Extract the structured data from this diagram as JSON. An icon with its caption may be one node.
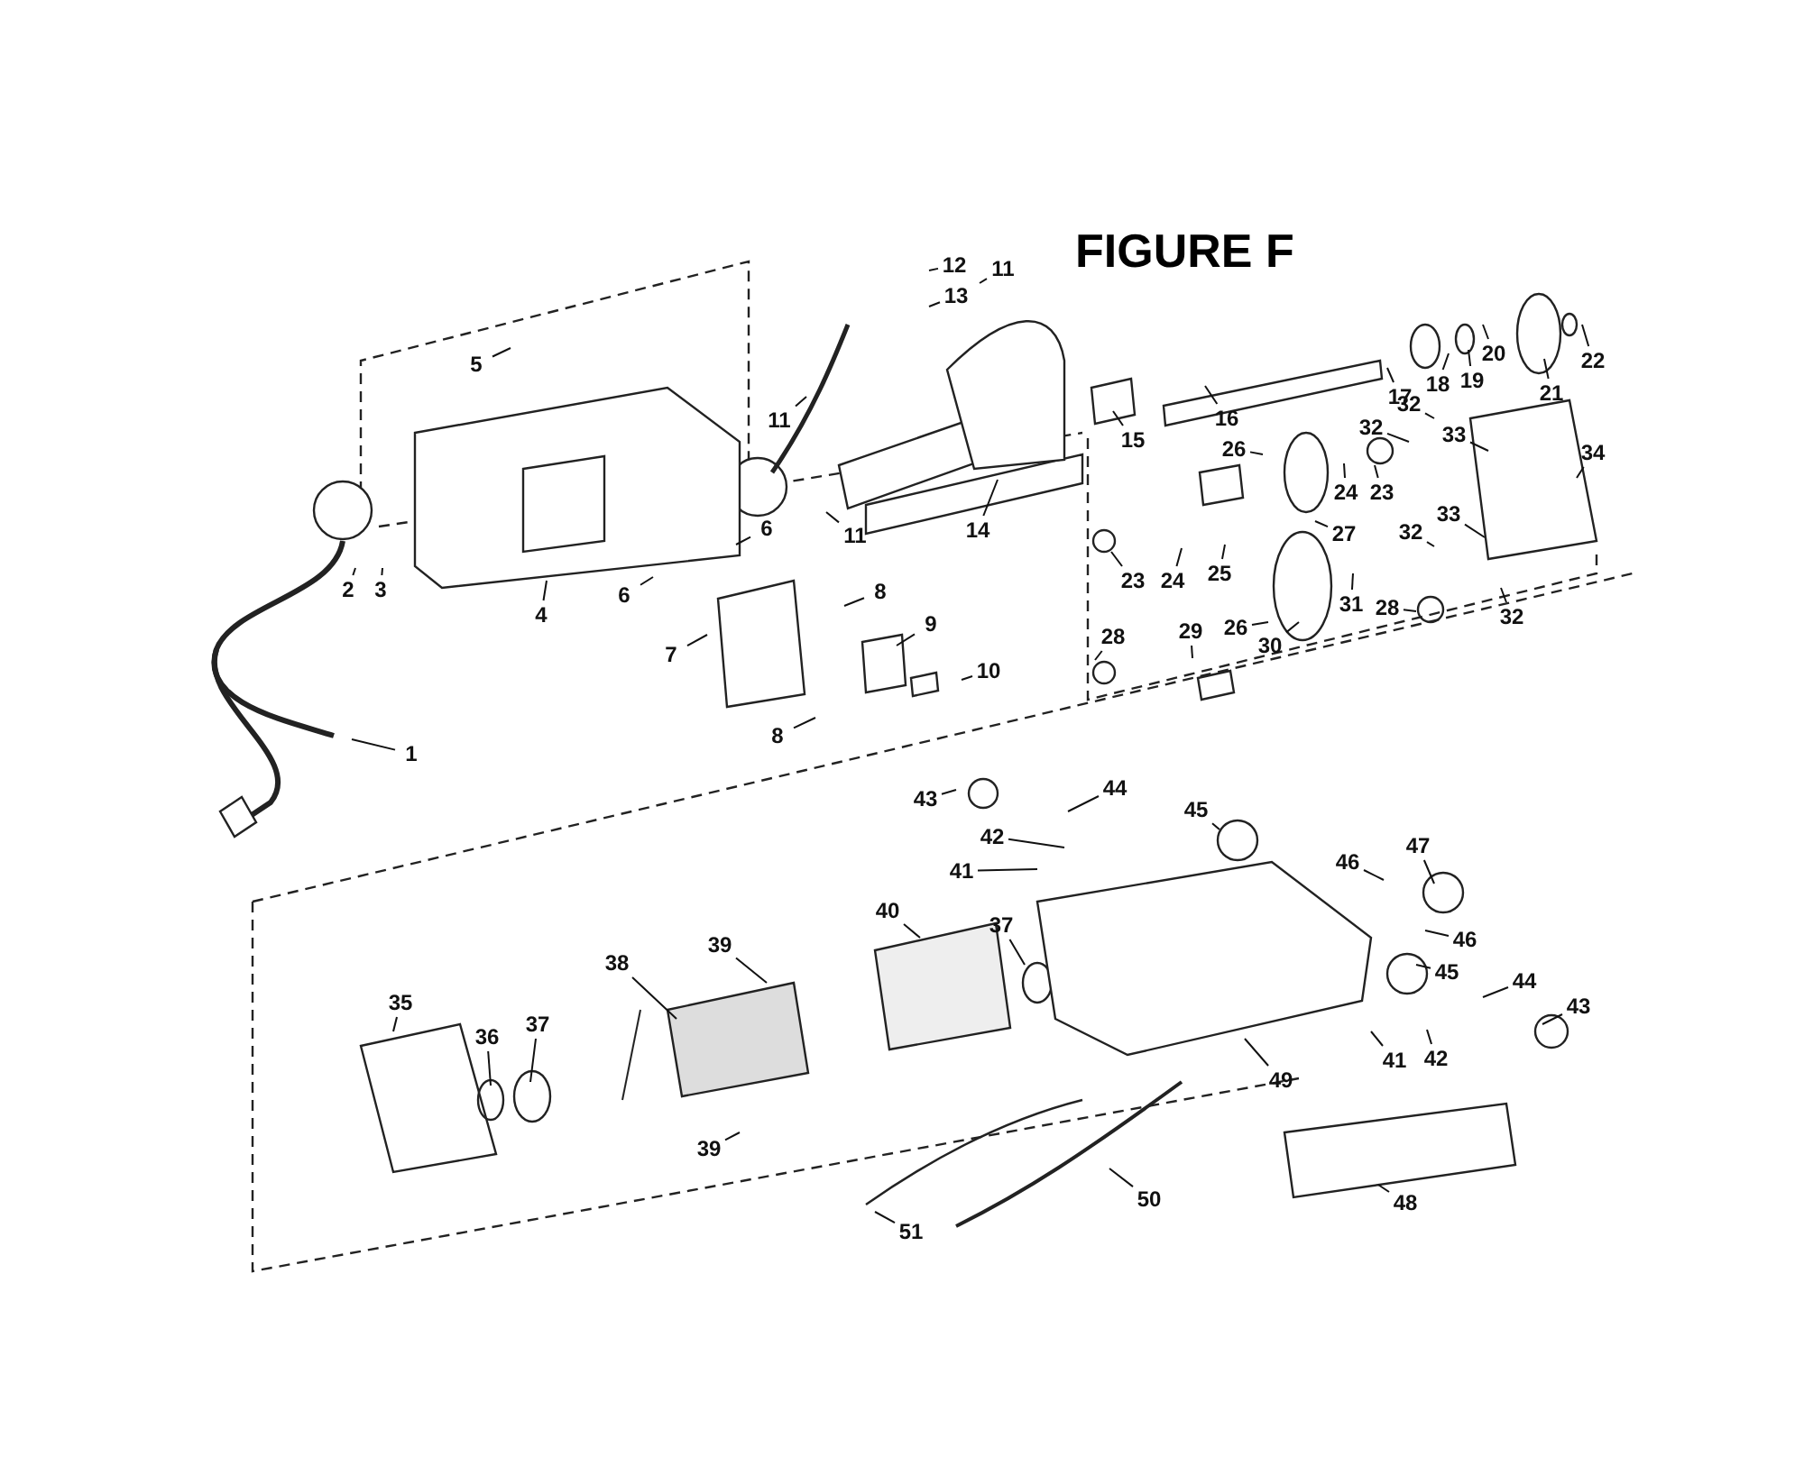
{
  "diagram": {
    "title": "FIGURE F",
    "nodes": [
      {
        "text": [
          "1"
        ]
      },
      {
        "text": [
          "2"
        ]
      },
      {
        "text": [
          "3"
        ]
      },
      {
        "text": [
          "4"
        ]
      },
      {
        "text": [
          "5"
        ]
      },
      {
        "text": [
          "6"
        ]
      },
      {
        "text": [
          "6"
        ]
      },
      {
        "text": [
          "7"
        ]
      },
      {
        "text": [
          "8"
        ]
      },
      {
        "text": [
          "8"
        ]
      },
      {
        "text": [
          "9"
        ]
      },
      {
        "text": [
          "10"
        ]
      },
      {
        "text": [
          "11"
        ]
      },
      {
        "text": [
          "11"
        ]
      },
      {
        "text": [
          "11"
        ]
      },
      {
        "text": [
          "12"
        ]
      },
      {
        "text": [
          "13"
        ]
      },
      {
        "text": [
          "14"
        ]
      },
      {
        "text": [
          "15"
        ]
      },
      {
        "text": [
          "16"
        ]
      },
      {
        "text": [
          "17"
        ]
      },
      {
        "text": [
          "18"
        ]
      },
      {
        "text": [
          "19"
        ]
      },
      {
        "text": [
          "20"
        ]
      },
      {
        "text": [
          "21"
        ]
      },
      {
        "text": [
          "22"
        ]
      },
      {
        "text": [
          "26"
        ]
      },
      {
        "text": [
          "24"
        ]
      },
      {
        "text": [
          "23"
        ]
      },
      {
        "text": [
          "23"
        ]
      },
      {
        "text": [
          "24"
        ]
      },
      {
        "text": [
          "25"
        ]
      },
      {
        "text": [
          "27"
        ]
      },
      {
        "text": [
          "32"
        ]
      },
      {
        "text": [
          "32"
        ]
      },
      {
        "text": [
          "33"
        ]
      },
      {
        "text": [
          "34"
        ]
      },
      {
        "text": [
          "33"
        ]
      },
      {
        "text": [
          "32"
        ]
      },
      {
        "text": [
          "32"
        ]
      },
      {
        "text": [
          "28"
        ]
      },
      {
        "text": [
          "29"
        ]
      },
      {
        "text": [
          "26"
        ]
      },
      {
        "text": [
          "30"
        ]
      },
      {
        "text": [
          "31"
        ]
      },
      {
        "text": [
          "28"
        ]
      },
      {
        "text": [
          "43"
        ]
      },
      {
        "text": [
          "44"
        ]
      },
      {
        "text": [
          "45"
        ]
      },
      {
        "text": [
          "42"
        ]
      },
      {
        "text": [
          "41"
        ]
      },
      {
        "text": [
          "46"
        ]
      },
      {
        "text": [
          "47"
        ]
      },
      {
        "text": [
          "40"
        ]
      },
      {
        "text": [
          "37"
        ]
      },
      {
        "text": [
          "38"
        ]
      },
      {
        "text": [
          "39"
        ]
      },
      {
        "text": [
          "46"
        ]
      },
      {
        "text": [
          "45"
        ]
      },
      {
        "text": [
          "35"
        ]
      },
      {
        "text": [
          "36"
        ]
      },
      {
        "text": [
          "37"
        ]
      },
      {
        "text": [
          "44"
        ]
      },
      {
        "text": [
          "43"
        ]
      },
      {
        "text": [
          "39"
        ]
      },
      {
        "text": [
          "41"
        ]
      },
      {
        "text": [
          "42"
        ]
      },
      {
        "text": [
          "49"
        ]
      },
      {
        "text": [
          "50"
        ]
      },
      {
        "text": [
          "48"
        ]
      },
      {
        "text": [
          "51"
        ]
      }
    ],
    "edges": [
      {
        "from": 0,
        "to": null,
        "arrow": "none"
      },
      {
        "from": 1,
        "to": null,
        "arrow": "none"
      },
      {
        "from": 2,
        "to": null,
        "arrow": "none"
      },
      {
        "from": 3,
        "to": null,
        "arrow": "none"
      },
      {
        "from": 4,
        "to": null,
        "arrow": "none"
      },
      {
        "from": 5,
        "to": null,
        "arrow": "none"
      },
      {
        "from": 6,
        "to": null,
        "arrow": "none"
      },
      {
        "from": 7,
        "to": null,
        "arrow": "none"
      },
      {
        "from": 8,
        "to": null,
        "arrow": "none"
      },
      {
        "from": 9,
        "to": null,
        "arrow": "none"
      },
      {
        "from": 10,
        "to": null,
        "arrow": "none"
      },
      {
        "from": 11,
        "to": null,
        "arrow": "none"
      },
      {
        "from": 12,
        "to": null,
        "arrow": "none"
      },
      {
        "from": 13,
        "to": null,
        "arrow": "none"
      },
      {
        "from": 14,
        "to": null,
        "arrow": "none"
      },
      {
        "from": 15,
        "to": null,
        "arrow": "none"
      },
      {
        "from": 16,
        "to": null,
        "arrow": "none"
      },
      {
        "from": 17,
        "to": null,
        "arrow": "none"
      },
      {
        "from": 18,
        "to": null,
        "arrow": "none"
      },
      {
        "from": 19,
        "to": null,
        "arrow": "none"
      },
      {
        "from": 20,
        "to": null,
        "arrow": "none"
      },
      {
        "from": 21,
        "to": null,
        "arrow": "none"
      },
      {
        "from": 22,
        "to": null,
        "arrow": "none"
      },
      {
        "from": 23,
        "to": null,
        "arrow": "none"
      },
      {
        "from": 24,
        "to": null,
        "arrow": "none"
      },
      {
        "from": 25,
        "to": null,
        "arrow": "none"
      },
      {
        "from": 26,
        "to": null,
        "arrow": "none"
      },
      {
        "from": 27,
        "to": null,
        "arrow": "none"
      },
      {
        "from": 28,
        "to": null,
        "arrow": "none"
      },
      {
        "from": 29,
        "to": null,
        "arrow": "none"
      },
      {
        "from": 30,
        "to": null,
        "arrow": "none"
      },
      {
        "from": 31,
        "to": null,
        "arrow": "none"
      },
      {
        "from": 32,
        "to": null,
        "arrow": "none"
      },
      {
        "from": 33,
        "to": null,
        "arrow": "none"
      },
      {
        "from": 34,
        "to": null,
        "arrow": "none"
      },
      {
        "from": 35,
        "to": null,
        "arrow": "none"
      },
      {
        "from": 36,
        "to": null,
        "arrow": "none"
      },
      {
        "from": 37,
        "to": null,
        "arrow": "none"
      },
      {
        "from": 38,
        "to": null,
        "arrow": "none"
      },
      {
        "from": 39,
        "to": null,
        "arrow": "none"
      },
      {
        "from": 40,
        "to": null,
        "arrow": "none"
      },
      {
        "from": 41,
        "to": null,
        "arrow": "none"
      },
      {
        "from": 42,
        "to": null,
        "arrow": "none"
      },
      {
        "from": 43,
        "to": null,
        "arrow": "none"
      },
      {
        "from": 44,
        "to": null,
        "arrow": "none"
      },
      {
        "from": 45,
        "to": null,
        "arrow": "none"
      },
      {
        "from": 46,
        "to": null,
        "arrow": "none"
      },
      {
        "from": 47,
        "to": null,
        "arrow": "none"
      },
      {
        "from": 48,
        "to": null,
        "arrow": "none"
      },
      {
        "from": 49,
        "to": null,
        "arrow": "none"
      },
      {
        "from": 50,
        "to": null,
        "arrow": "none"
      },
      {
        "from": 51,
        "to": null,
        "arrow": "none"
      },
      {
        "from": 52,
        "to": null,
        "arrow": "none"
      },
      {
        "from": 53,
        "to": null,
        "arrow": "none"
      },
      {
        "from": 54,
        "to": null,
        "arrow": "none"
      },
      {
        "from": 55,
        "to": null,
        "arrow": "none"
      },
      {
        "from": 56,
        "to": null,
        "arrow": "none"
      },
      {
        "from": 57,
        "to": null,
        "arrow": "none"
      },
      {
        "from": 58,
        "to": null,
        "arrow": "none"
      },
      {
        "from": 59,
        "to": null,
        "arrow": "none"
      },
      {
        "from": 60,
        "to": null,
        "arrow": "none"
      },
      {
        "from": 61,
        "to": null,
        "arrow": "none"
      },
      {
        "from": 62,
        "to": null,
        "arrow": "none"
      },
      {
        "from": 63,
        "to": null,
        "arrow": "none"
      },
      {
        "from": 64,
        "to": null,
        "arrow": "none"
      },
      {
        "from": 65,
        "to": null,
        "arrow": "none"
      },
      {
        "from": 66,
        "to": null,
        "arrow": "none"
      },
      {
        "from": 67,
        "to": null,
        "arrow": "none"
      },
      {
        "from": 68,
        "to": null,
        "arrow": "none"
      },
      {
        "from": 69,
        "to": null,
        "arrow": "none"
      },
      {
        "from": 70,
        "to": null,
        "arrow": "none"
      }
    ]
  }
}
